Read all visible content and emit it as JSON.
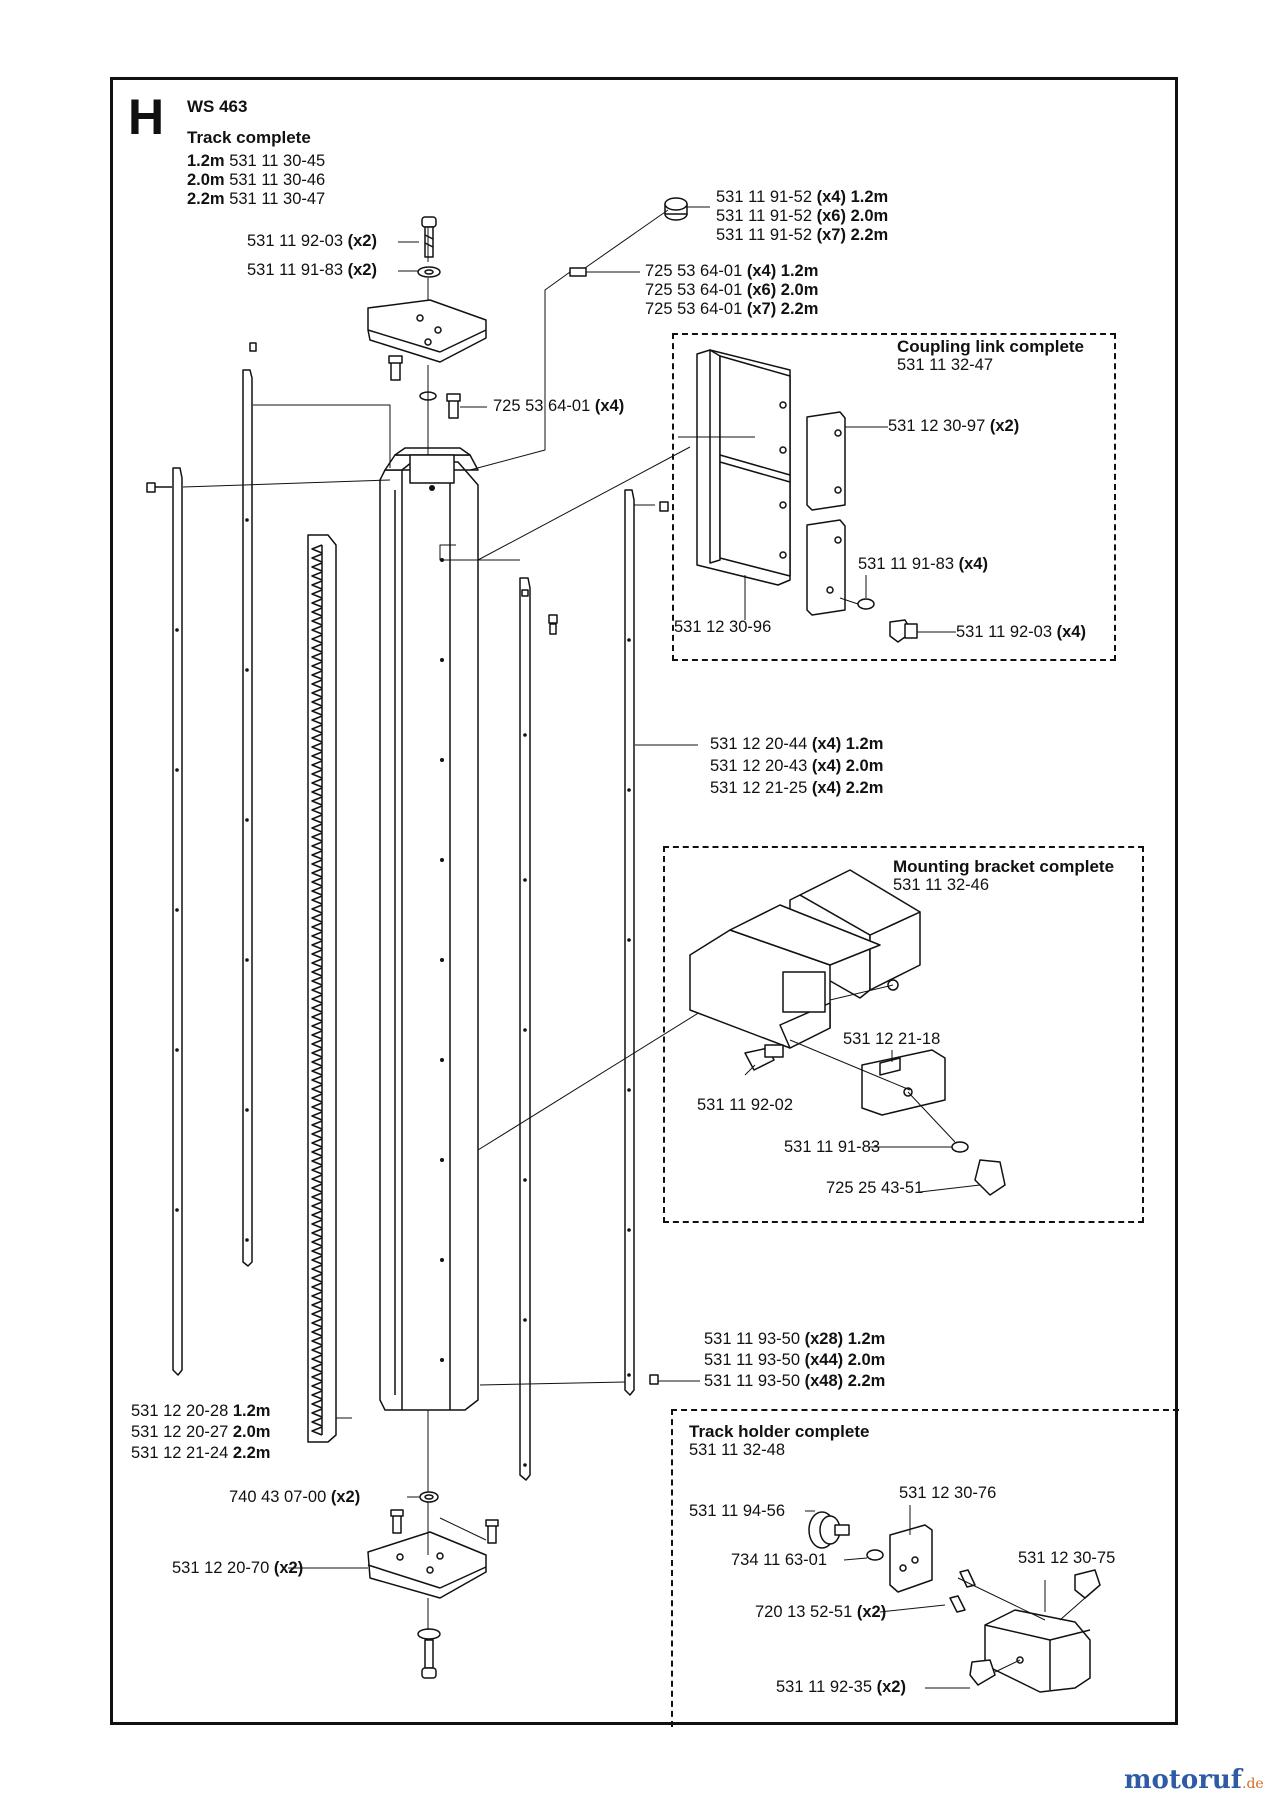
{
  "section_letter": "H",
  "model": "WS 463",
  "track": {
    "title": "Track complete",
    "variants": [
      {
        "size": "1.2m",
        "part": "531 11 30-45"
      },
      {
        "size": "2.0m",
        "part": "531 11 30-46"
      },
      {
        "size": "2.2m",
        "part": "531 11 30-47"
      }
    ]
  },
  "labels": {
    "bolt_top": {
      "part": "531 11 92-03",
      "qty": "(x2)"
    },
    "washer_top": {
      "part": "531 11 91-83",
      "qty": "(x2)"
    },
    "screw_top": {
      "part": "725 53 64-01",
      "qty": "(x4)"
    },
    "knob": [
      {
        "part": "531 11 91-52",
        "qty": "(x4)",
        "size": "1.2m"
      },
      {
        "part": "531 11 91-52",
        "qty": "(x6)",
        "size": "2.0m"
      },
      {
        "part": "531 11 91-52",
        "qty": "(x7)",
        "size": "2.2m"
      }
    ],
    "screw_side": [
      {
        "part": "725 53 64-01",
        "qty": "(x4)",
        "size": "1.2m"
      },
      {
        "part": "725 53 64-01",
        "qty": "(x6)",
        "size": "2.0m"
      },
      {
        "part": "725 53 64-01",
        "qty": "(x7)",
        "size": "2.2m"
      }
    ],
    "strip": [
      {
        "part": "531 12 20-44",
        "qty": "(x4)",
        "size": "1.2m"
      },
      {
        "part": "531 12 20-43",
        "qty": "(x4)",
        "size": "2.0m"
      },
      {
        "part": "531 12 21-25",
        "qty": "(x4)",
        "size": "2.2m"
      }
    ],
    "small_screw": [
      {
        "part": "531 11 93-50",
        "qty": "(x28)",
        "size": "1.2m"
      },
      {
        "part": "531 11 93-50",
        "qty": "(x44)",
        "size": "2.0m"
      },
      {
        "part": "531 11 93-50",
        "qty": "(x48)",
        "size": "2.2m"
      }
    ],
    "rack": [
      {
        "part": "531 12 20-28",
        "size": "1.2m"
      },
      {
        "part": "531 12 20-27",
        "size": "2.0m"
      },
      {
        "part": "531 12 21-24",
        "size": "2.2m"
      }
    ],
    "washer_bottom": {
      "part": "740 43 07-00",
      "qty": "(x2)"
    },
    "plate_bottom": {
      "part": "531 12 20-70",
      "qty": "(x2)"
    }
  },
  "coupling": {
    "title": "Coupling link complete",
    "part": "531 11 32-47",
    "link_plate": {
      "part": "531 12 30-97",
      "qty": "(x2)"
    },
    "washer": {
      "part": "531 11 91-83",
      "qty": "(x4)"
    },
    "bolt": {
      "part": "531 11 92-03",
      "qty": "(x4)"
    },
    "body": "531 12 30-96"
  },
  "mounting": {
    "title": "Mounting bracket complete",
    "part": "531 11 32-46",
    "clamp": "531 12 21-18",
    "bolt": "531 11 92-02",
    "washer": "531 11 91-83",
    "bolt2": "725 25 43-51"
  },
  "holder": {
    "title": "Track holder complete",
    "part": "531 11 32-48",
    "knob": "531 11 94-56",
    "plate": "531 12 30-76",
    "washer": "734 11 63-01",
    "block": "531 12 30-75",
    "pin": {
      "part": "720 13 52-51",
      "qty": "(x2)"
    },
    "screw": {
      "part": "531 11 92-35",
      "qty": "(x2)"
    }
  },
  "watermark": {
    "brand": "motoruf",
    "suffix": ".de"
  }
}
